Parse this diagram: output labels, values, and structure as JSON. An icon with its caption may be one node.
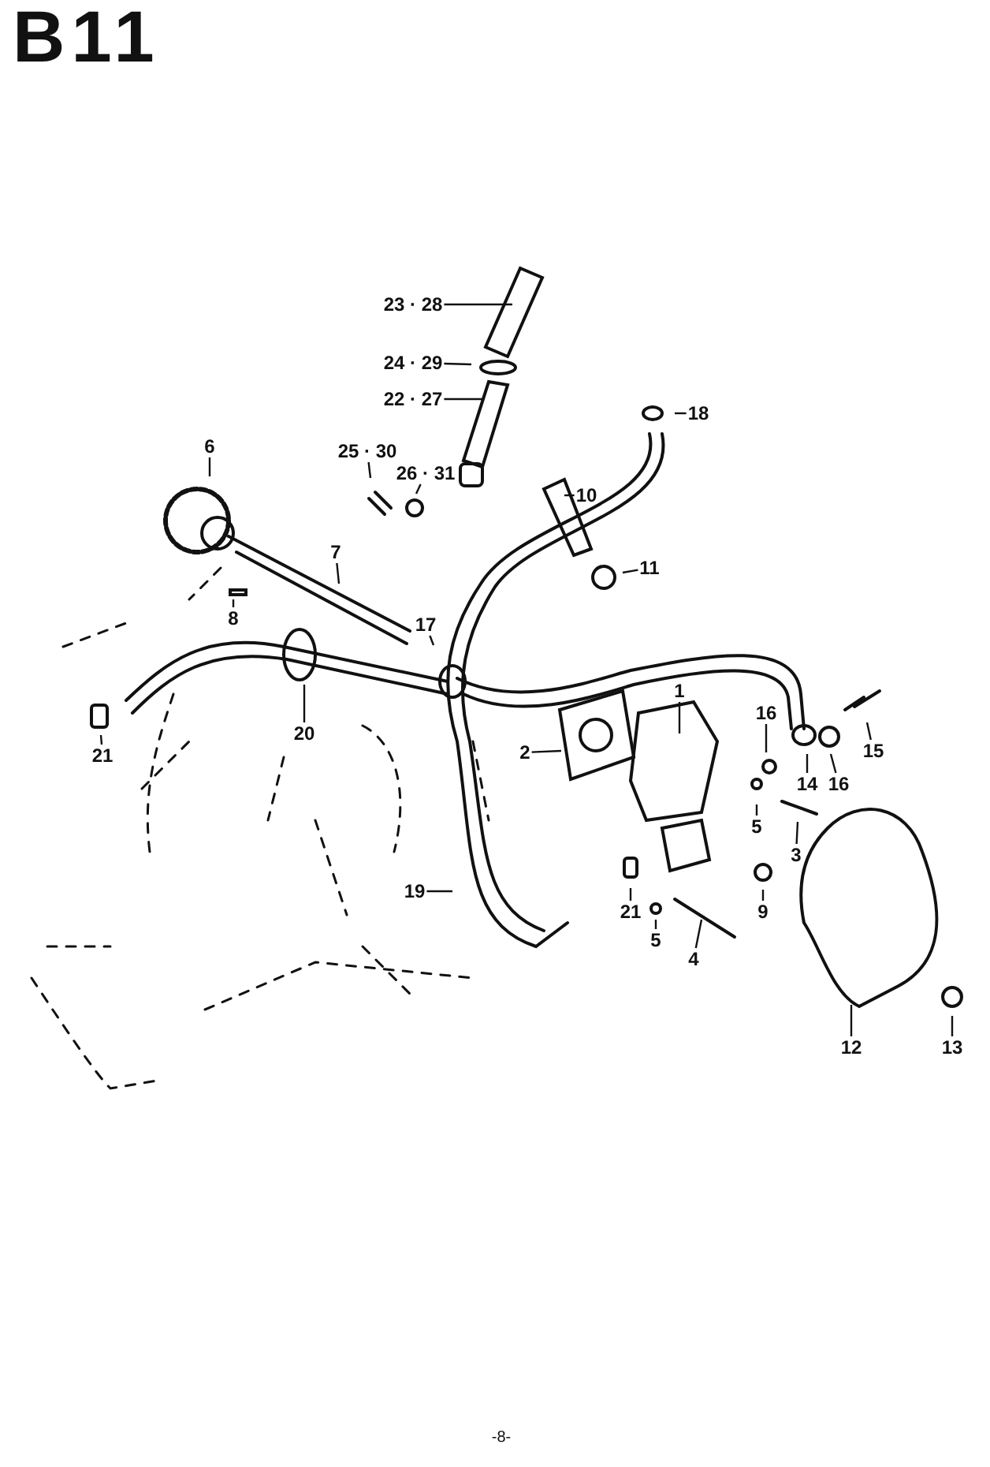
{
  "diagram": {
    "title": "B11",
    "nodes": [
      {
        "text": [
          "23 · 28"
        ]
      },
      {
        "text": [
          "24 · 29"
        ]
      },
      {
        "text": [
          "22 · 27"
        ]
      },
      {
        "text": [
          "18"
        ]
      },
      {
        "text": [
          "6"
        ]
      },
      {
        "text": [
          "25 · 30"
        ]
      },
      {
        "text": [
          "26 · 31"
        ]
      },
      {
        "text": [
          "10"
        ]
      },
      {
        "text": [
          "7"
        ]
      },
      {
        "text": [
          "11"
        ]
      },
      {
        "text": [
          "8"
        ]
      },
      {
        "text": [
          "17"
        ]
      },
      {
        "text": [
          "21"
        ]
      },
      {
        "text": [
          "20"
        ]
      },
      {
        "text": [
          "2"
        ]
      },
      {
        "text": [
          "1"
        ]
      },
      {
        "text": [
          "16"
        ]
      },
      {
        "text": [
          "14"
        ]
      },
      {
        "text": [
          "16"
        ]
      },
      {
        "text": [
          "15"
        ]
      },
      {
        "text": [
          "3"
        ]
      },
      {
        "text": [
          "5"
        ]
      },
      {
        "text": [
          "19"
        ]
      },
      {
        "text": [
          "21"
        ]
      },
      {
        "text": [
          "5"
        ]
      },
      {
        "text": [
          "9"
        ]
      },
      {
        "text": [
          "4"
        ]
      },
      {
        "text": [
          "12"
        ]
      },
      {
        "text": [
          "13"
        ]
      }
    ],
    "edges": [
      {
        "from": 0,
        "to": null,
        "arrow": "none"
      },
      {
        "from": 1,
        "to": null,
        "arrow": "none"
      },
      {
        "from": 2,
        "to": null,
        "arrow": "none"
      },
      {
        "from": 3,
        "to": null,
        "arrow": "none"
      },
      {
        "from": 4,
        "to": null,
        "arrow": "none"
      },
      {
        "from": 5,
        "to": null,
        "arrow": "none"
      },
      {
        "from": 6,
        "to": null,
        "arrow": "none"
      },
      {
        "from": 7,
        "to": null,
        "arrow": "none"
      },
      {
        "from": 8,
        "to": null,
        "arrow": "none"
      },
      {
        "from": 9,
        "to": null,
        "arrow": "none"
      },
      {
        "from": 10,
        "to": null,
        "arrow": "none"
      },
      {
        "from": 11,
        "to": null,
        "arrow": "none"
      },
      {
        "from": 12,
        "to": null,
        "arrow": "none"
      },
      {
        "from": 13,
        "to": null,
        "arrow": "none"
      },
      {
        "from": 14,
        "to": null,
        "arrow": "none"
      },
      {
        "from": 15,
        "to": null,
        "arrow": "none"
      },
      {
        "from": 16,
        "to": null,
        "arrow": "none"
      },
      {
        "from": 17,
        "to": null,
        "arrow": "none"
      },
      {
        "from": 18,
        "to": null,
        "arrow": "none"
      },
      {
        "from": 19,
        "to": null,
        "arrow": "none"
      },
      {
        "from": 20,
        "to": null,
        "arrow": "none"
      },
      {
        "from": 21,
        "to": null,
        "arrow": "none"
      },
      {
        "from": 22,
        "to": null,
        "arrow": "none"
      },
      {
        "from": 23,
        "to": null,
        "arrow": "none"
      },
      {
        "from": 24,
        "to": null,
        "arrow": "none"
      },
      {
        "from": 25,
        "to": null,
        "arrow": "none"
      },
      {
        "from": 26,
        "to": null,
        "arrow": "none"
      },
      {
        "from": 27,
        "to": null,
        "arrow": "none"
      },
      {
        "from": 28,
        "to": null,
        "arrow": "none"
      }
    ],
    "labels": [
      "-8-"
    ]
  }
}
